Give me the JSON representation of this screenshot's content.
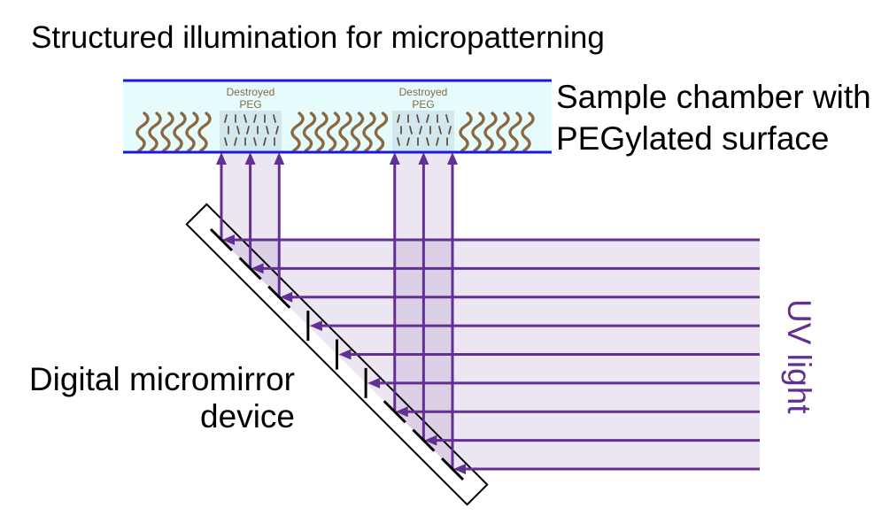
{
  "title": "Structured illumination for micropatterning",
  "sample_chamber": {
    "label_line1": "Sample chamber with",
    "label_line2": "PEGylated surface",
    "destroyed_regions": [
      {
        "line1": "Destroyed",
        "line2": "PEG"
      },
      {
        "line1": "Destroyed",
        "line2": "PEG"
      }
    ]
  },
  "light_source": {
    "label": "UV light"
  },
  "dmd": {
    "label_line1": "Digital micromirror",
    "label_line2": "device",
    "mirror_reflecting": [
      true,
      true,
      true,
      false,
      false,
      false,
      true,
      true,
      true
    ]
  },
  "colors": {
    "uv_light": "#632f92",
    "chamber_border": "#1818e6",
    "chamber_fill": "#e6fcfc",
    "destroyed_fill": "#d3e7ef",
    "destroyed_fragment": "#5d4b3a",
    "destroyed_label": "#86683f",
    "peg": "#8c6841",
    "mirror": "#000000",
    "text": "#000000"
  }
}
